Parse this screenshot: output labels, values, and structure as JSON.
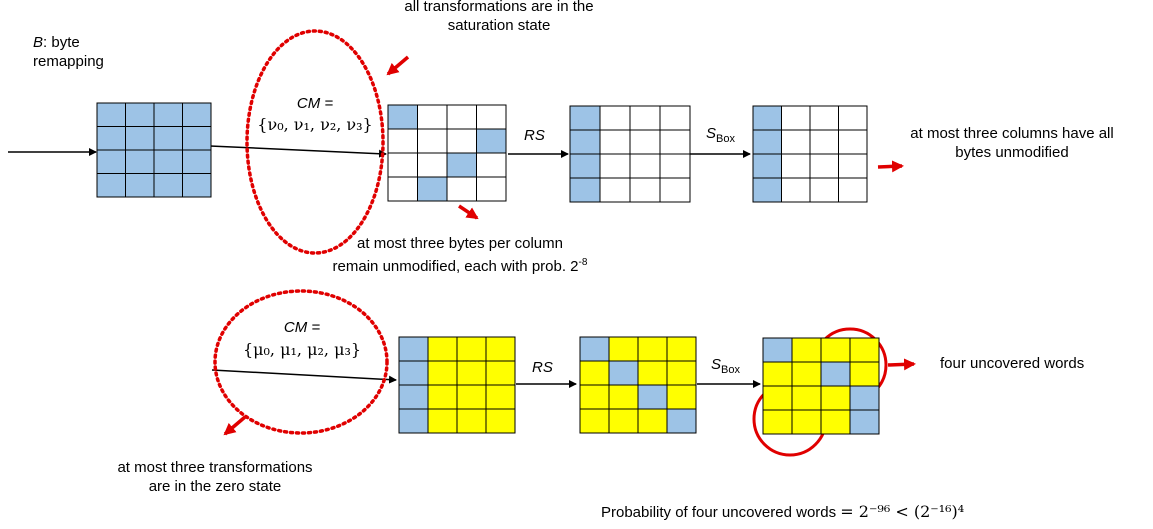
{
  "colors": {
    "blue": "#9dc3e6",
    "yellow": "#ffff00",
    "white": "#ffffff",
    "grid": "#000000",
    "red": "#e00000"
  },
  "top": {
    "annotation_saturation": [
      "all transformations are in the",
      "saturation state"
    ],
    "b_label": {
      "var": "B",
      "rest": ": byte",
      "line2": "remapping"
    },
    "cm_label": "CM =",
    "cm_set": "{ν₀, ν₁, ν₂, ν₃}",
    "rs_label": "RS",
    "sbox_label": {
      "main": "S",
      "sub": "Box"
    },
    "annotation_columns": [
      "at most three columns have all",
      "bytes unmodified"
    ],
    "annotation_bytes": {
      "line1": "at most three bytes per column",
      "line2": "remain unmodified, each with prob. 2",
      "exp": "-8"
    },
    "grids": [
      {
        "name": "input-state-grid",
        "cells": [
          "bbbb",
          "bbbb",
          "bbbb",
          "bbbb"
        ]
      },
      {
        "name": "after-cm-grid",
        "cells": [
          "bwww",
          "wwwb",
          "wwbw",
          "wbww"
        ]
      },
      {
        "name": "after-rs-grid",
        "cells": [
          "bwww",
          "bwww",
          "bwww",
          "bwww"
        ]
      },
      {
        "name": "after-sbox-grid",
        "cells": [
          "bwww",
          "bwww",
          "bwww",
          "bwww"
        ]
      }
    ]
  },
  "bottom": {
    "cm_label": "CM =",
    "cm_set": "{μ₀, μ₁, μ₂, μ₃}",
    "rs_label": "RS",
    "sbox_label": {
      "main": "S",
      "sub": "Box"
    },
    "annotation_words": "four uncovered words",
    "annotation_zero": [
      "at most three transformations",
      "are in the zero state"
    ],
    "probability": {
      "text": "Probability of four uncovered words",
      "formula": "= 2⁻⁹⁶  < (2⁻¹⁶)⁴"
    },
    "grids": [
      {
        "name": "zero-state-grid",
        "cells": [
          "byyy",
          "byyy",
          "byyy",
          "byyy"
        ]
      },
      {
        "name": "after-rs-yellow-grid",
        "cells": [
          "byyy",
          "ybyy",
          "yyby",
          "yyyb"
        ]
      },
      {
        "name": "after-sbox-yellow-grid",
        "cells": [
          "byyy",
          "yyby",
          "yyyb",
          "yyyb"
        ]
      }
    ]
  }
}
